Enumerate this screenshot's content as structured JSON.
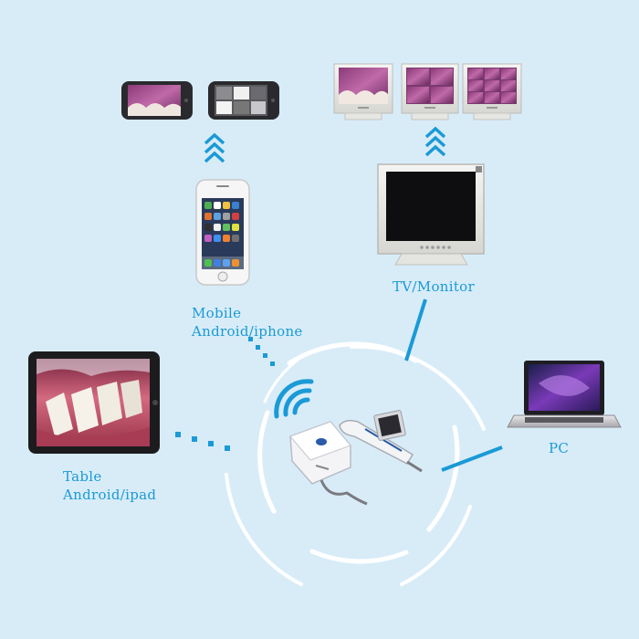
{
  "colors": {
    "background": "#d8ecf8",
    "accent": "#1a9ad6",
    "ring": "#ffffff"
  },
  "nodes": {
    "mobile": {
      "line1": "Mobile",
      "line2": "Android/iphone"
    },
    "tv": {
      "line1": "TV/Monitor"
    },
    "tablet": {
      "line1": "Table",
      "line2": "Android/ipad"
    },
    "pc": {
      "line1": "PC"
    }
  },
  "icons": [
    "smartphone-landscape-icon",
    "iphone-icon",
    "crt-monitor-icon",
    "ipad-icon",
    "laptop-icon",
    "wifi-signal-icon",
    "usb-camera-receiver-icon",
    "intraoral-camera-icon",
    "chevron-up-arrow-icon"
  ]
}
